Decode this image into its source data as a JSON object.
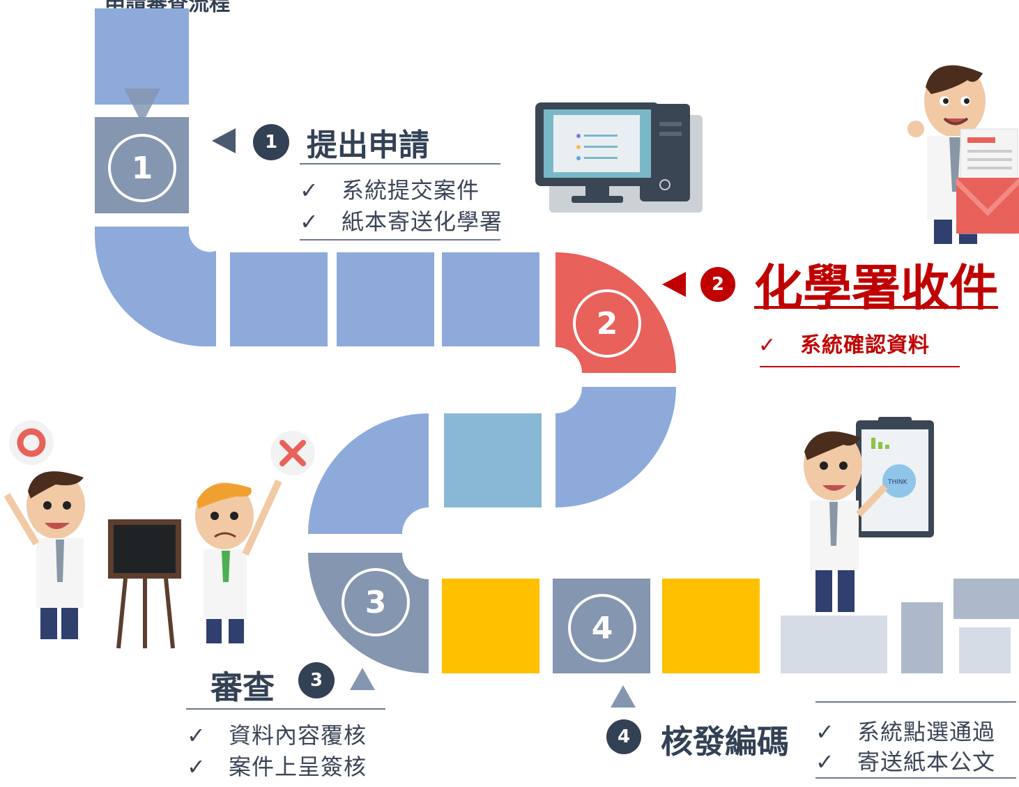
{
  "header": {
    "title": "申請審查流程"
  },
  "steps": [
    {
      "num": "1",
      "badge": "1",
      "title": "提出申請",
      "items": [
        "系統提交案件",
        "紙本寄送化學署"
      ]
    },
    {
      "num": "2",
      "badge": "2",
      "title": "化學署收件",
      "items": [
        "系統確認資料"
      ]
    },
    {
      "num": "3",
      "badge": "3",
      "title": "審查",
      "items": [
        "資料內容覆核",
        "案件上呈簽核"
      ]
    },
    {
      "num": "4",
      "badge": "4",
      "title": "核發編碼",
      "items": [
        "系統點選通過",
        "寄送紙本公文"
      ]
    }
  ],
  "check_mark": "✓",
  "colors": {
    "blue": "#8eaadb",
    "slate": "#8496b0",
    "red": "#e8615a",
    "teal": "#89b8d5",
    "yellow": "#ffc000",
    "highlight": "#c00000",
    "dark": "#334155"
  }
}
